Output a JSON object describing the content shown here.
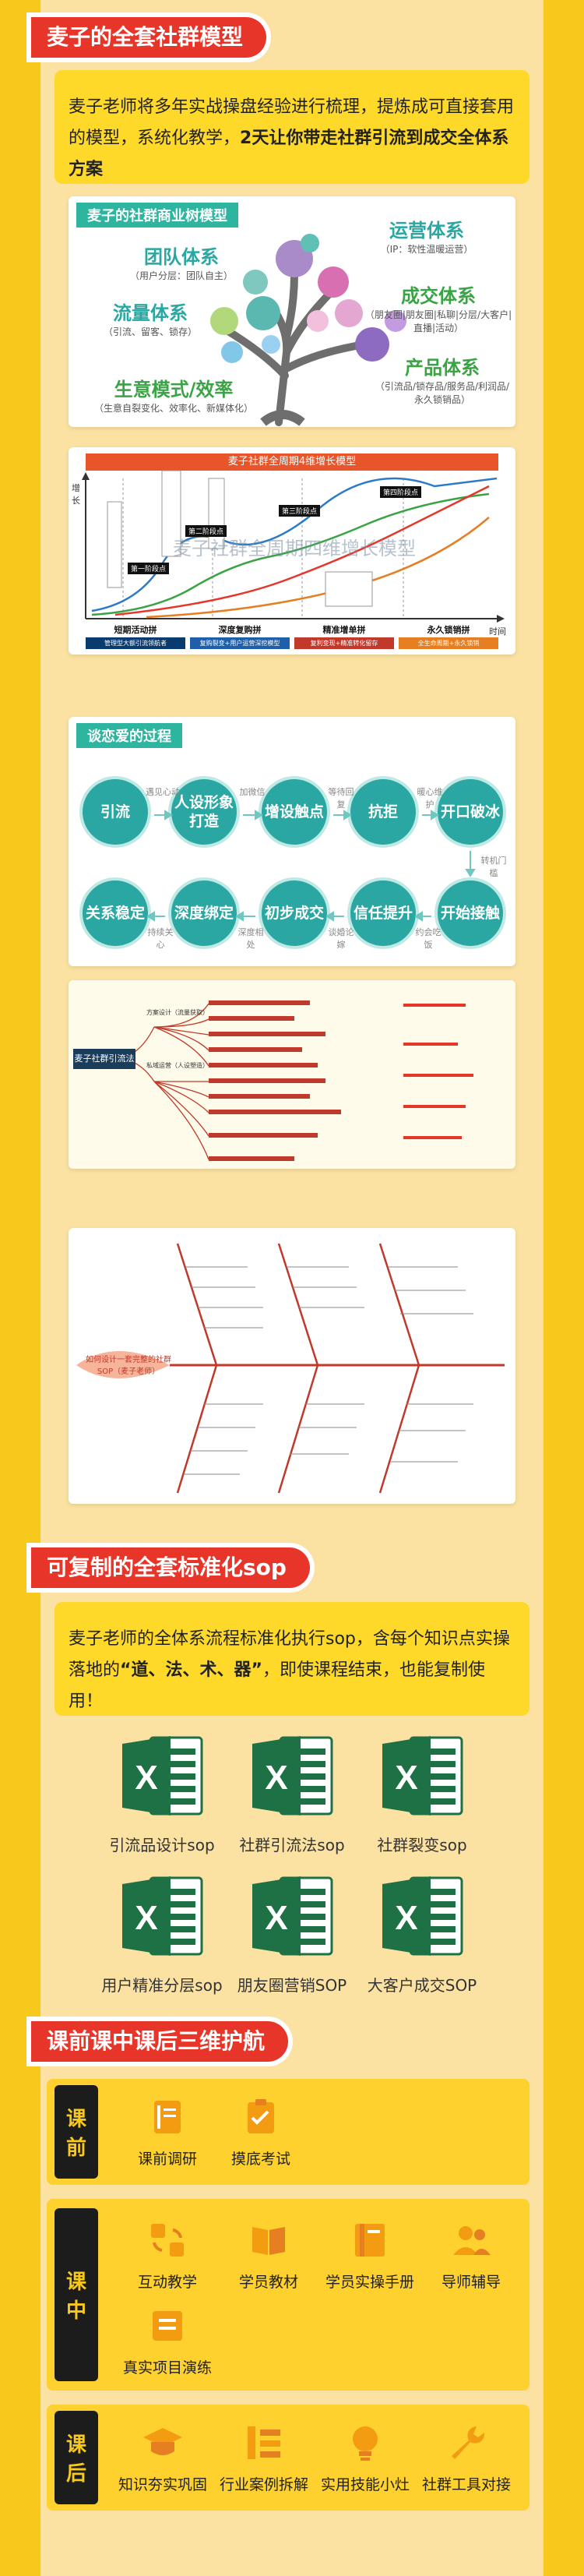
{
  "sections": {
    "model": {
      "title": "麦子的全套社群模型",
      "intro_prefix": "麦子老师将多年实战操盘经验进行梳理，提炼成可直接套用的模型，系统化教学，",
      "intro_bold": "2天让你带走社群引流到成交全体系方案"
    },
    "sop": {
      "title": "可复制的全套标准化sop",
      "intro_prefix": "麦子老师的全体系流程标准化执行sop，含每个知识点实操落地的",
      "intro_bold": "“道、法、术、器”",
      "intro_suffix": "，即使课程结束，也能复制使用！"
    },
    "guard": {
      "title": "课前课中课后三维护航"
    }
  },
  "tree_panel": {
    "heading": "麦子的社群商业树模型",
    "labels": [
      {
        "title": "团队体系",
        "sub": "（用户分层：团队自主）",
        "color": "#2aa7a2"
      },
      {
        "title": "运营体系",
        "sub": "（IP：软性温暖运营）",
        "color": "#2aa7a2"
      },
      {
        "title": "流量体系",
        "sub": "（引流、留客、锁存）",
        "color": "#2aa7a2"
      },
      {
        "title": "成交体系",
        "sub": "（朋友圈|朋友圈|私聊|分层/大客户|直播|活动）",
        "color": "#3aa345"
      },
      {
        "title": "生意模式/效率",
        "sub": "（生意自裂变化、效率化、新媒体化）",
        "color": "#3aa345"
      },
      {
        "title": "产品体系",
        "sub": "（引流品/锁存品/服务品/利润品/永久锁销品）",
        "color": "#3aa345"
      }
    ]
  },
  "growth_panel": {
    "title": "麦子社群全周期4维增长模型",
    "watermark": "麦子社群全周期四维增长模型",
    "y_axis": "增长",
    "x_axis": "时间",
    "phases": [
      {
        "name": "短期活动拼",
        "tag": "管理型大额引流领航者",
        "color": "#0a3b6e"
      },
      {
        "name": "深度复购拼",
        "tag": "复购裂变+用户运营深挖模型",
        "color": "#1f5ea8"
      },
      {
        "name": "精准增单拼",
        "tag": "复利变现+精准转化留存",
        "color": "#c0392b"
      },
      {
        "name": "永久锁销拼",
        "tag": "全生命周期+永久锁销",
        "color": "#e67e22"
      }
    ],
    "points": [
      "第一阶段点",
      "第二阶段点",
      "第三阶段点",
      "第四阶段点"
    ]
  },
  "love_panel": {
    "heading": "谈恋爱的过程",
    "top_row": [
      "引流",
      "人设形象打造",
      "增设触点",
      "抗拒",
      "开口破冰"
    ],
    "bottom_row": [
      "关系稳定",
      "深度绑定",
      "初步成交",
      "信任提升",
      "开始接触"
    ],
    "top_arrows": [
      "遇见心动",
      "加微信",
      "等待回复",
      "暖心维护"
    ],
    "bottom_arrows": [
      "持续关心",
      "深度相处",
      "谈婚论嫁",
      "约会吃饭"
    ],
    "down_arrow": "转机门槛"
  },
  "mindmap_panel": {
    "root": "麦子社群引流法",
    "branch_a": "方案设计（流量获取）",
    "branch_b": "私域运营（人设塑造）"
  },
  "fishbone_panel": {
    "head": "如何设计一套完整的社群SOP（麦子老师）"
  },
  "sop_files": [
    {
      "label": "引流品设计sop"
    },
    {
      "label": "社群引流法sop"
    },
    {
      "label": "社群裂变sop"
    },
    {
      "label": "用户精准分层sop"
    },
    {
      "label": "朋友圈营销SOP"
    },
    {
      "label": "大客户成交SOP"
    }
  ],
  "guard_rows": [
    {
      "tag": [
        "课",
        "前"
      ],
      "items": [
        {
          "label": "课前调研",
          "icon": "notebook-icon"
        },
        {
          "label": "摸底考试",
          "icon": "clipboard-icon"
        }
      ]
    },
    {
      "tag": [
        "课",
        "中"
      ],
      "items": [
        {
          "label": "互动教学",
          "icon": "interaction-icon"
        },
        {
          "label": "学员教材",
          "icon": "book-icon"
        },
        {
          "label": "学员实操手册",
          "icon": "handbook-icon"
        },
        {
          "label": "导师辅导",
          "icon": "mentor-icon"
        },
        {
          "label": "真实项目演练",
          "icon": "project-icon"
        }
      ]
    },
    {
      "tag": [
        "课",
        "后"
      ],
      "items": [
        {
          "label": "知识夯实巩固",
          "icon": "graduation-icon"
        },
        {
          "label": "行业案例拆解",
          "icon": "case-icon"
        },
        {
          "label": "实用技能小灶",
          "icon": "bulb-icon"
        },
        {
          "label": "社群工具对接",
          "icon": "wrench-icon"
        }
      ]
    }
  ],
  "colors": {
    "frame_yellow": "#f8c91c",
    "tab_red": "#e8352a",
    "card_yellow": "#fed12e",
    "excel_green": "#1e7145",
    "icon_orange": "#f39c12"
  }
}
